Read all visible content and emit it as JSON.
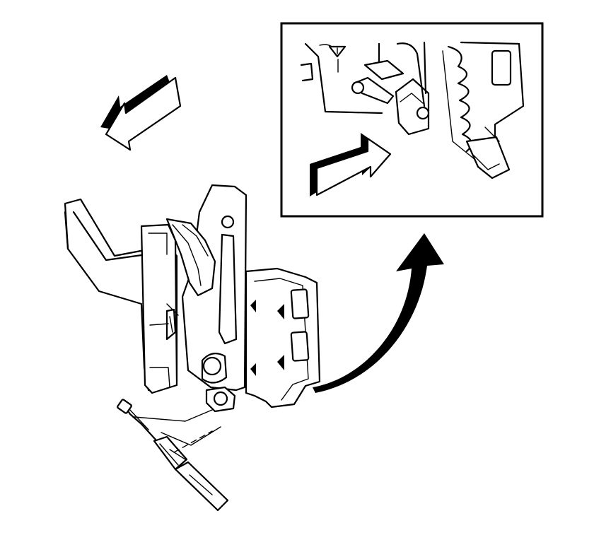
{
  "diagram": {
    "kind": "hood latch release cable removal illustration",
    "colors": {
      "line": "#000000",
      "background": "#ffffff"
    },
    "elements": [
      "hood-latch-assembly",
      "release-cable",
      "direction-arrow-left",
      "detail-callout-arrow",
      "detail-inset-box",
      "inset-direction-arrow"
    ]
  }
}
